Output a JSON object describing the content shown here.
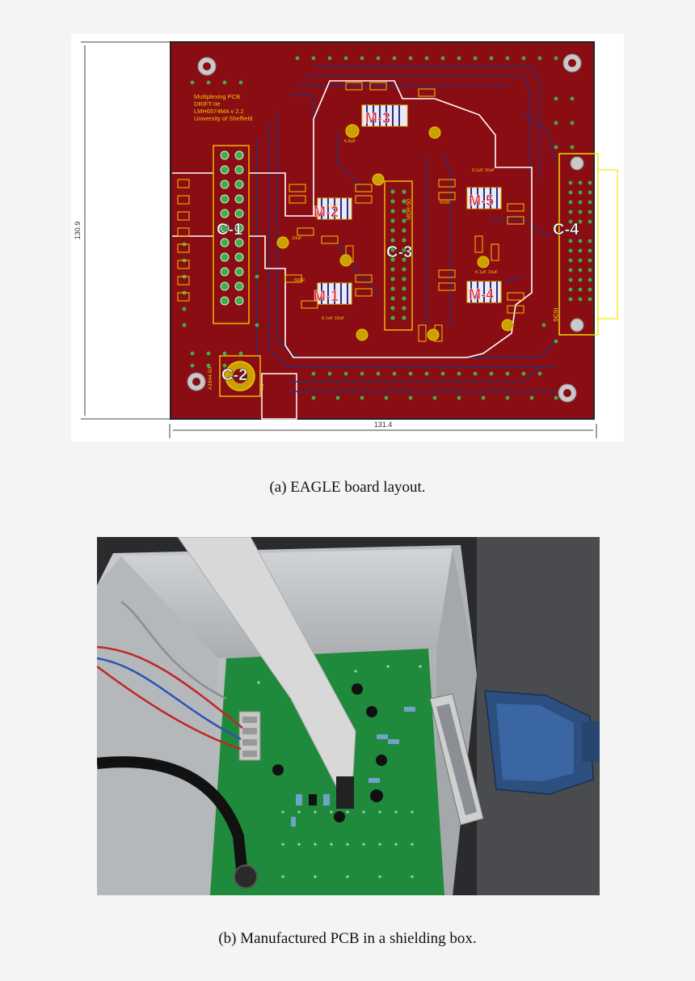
{
  "figure_a": {
    "caption": "(a) EAGLE board layout.",
    "board_text": {
      "line1": "Multiplexing PCB",
      "line2": "DRIFT-IIe",
      "line3": "LMH6574MA v 2.2",
      "line4": "University of Sheffield"
    },
    "dim_height": "130.9",
    "dim_width": "131.4",
    "connector_labels": [
      "C-1",
      "C-2",
      "C-3",
      "C-4"
    ],
    "mux_labels": [
      "M-1",
      "M-2",
      "M-3",
      "M-4",
      "M-5"
    ],
    "part_labels": {
      "scsi": "SCSI",
      "mdr": "MDR-50",
      "a1": "A1944-50",
      "x1": "X1",
      "cap1": "6.8uF",
      "cap2": "0.1uF",
      "cap3": "10uF",
      "res": "560R",
      "cap_pair": "0.1uF 10uF"
    },
    "colors": {
      "board": "#8b0d14",
      "outline": "#ffffff",
      "traces": "#2a2f6e",
      "pads": "#2e8b3a",
      "silk": "#f5c400",
      "mux_label": "#e01818"
    }
  },
  "figure_b": {
    "caption": "(b) Manufactured PCB in a shielding box.",
    "colors": {
      "box": "#b8bcbf",
      "pcb": "#1f8a3b",
      "ribbon": "#d8d8d8",
      "scsi_plug": "#2c4f80"
    }
  }
}
